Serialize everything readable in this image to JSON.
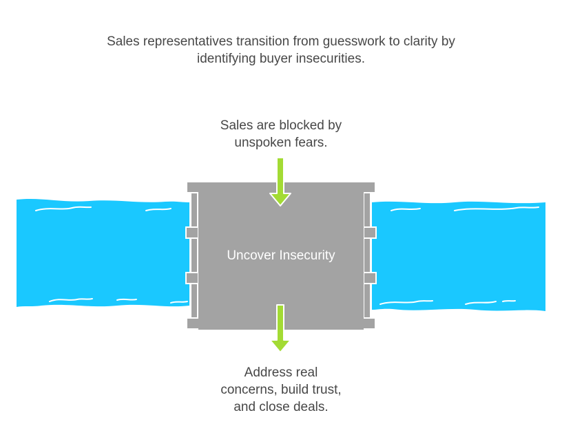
{
  "title": "Sales representatives transition from guesswork to clarity by\nidentifying buyer insecurities.",
  "top_label": "Sales are blocked by\nunspoken fears.",
  "center_label": "Uncover Insecurity",
  "bottom_label": "Address real\nconcerns, build trust,\nand close deals.",
  "colors": {
    "water": "#1ac8ff",
    "gate": "#a3a3a3",
    "arrow": "#a3db34",
    "text": "#474747"
  },
  "icons": {
    "river": "river-icon",
    "gate": "dam-gate-icon",
    "arrow_in": "arrow-down-icon",
    "arrow_out": "arrow-down-icon"
  }
}
